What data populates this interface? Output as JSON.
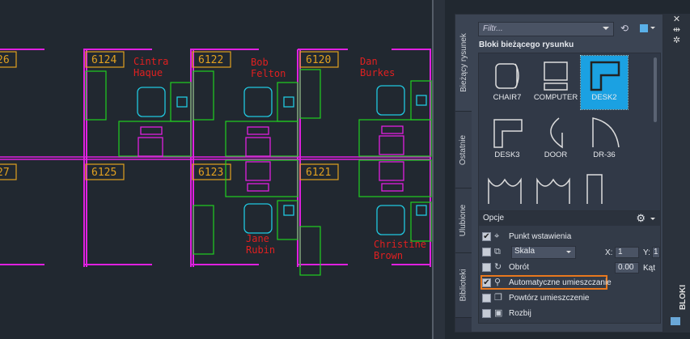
{
  "drawing": {
    "rooms": [
      "6124",
      "6122",
      "6120",
      "6125",
      "6123",
      "6121"
    ],
    "partial_rooms": [
      "26",
      "27"
    ],
    "names": [
      {
        "first": "Cintra",
        "last": "Haque"
      },
      {
        "first": "Bob",
        "last": "Felton"
      },
      {
        "first": "Dan",
        "last": "Burkes"
      },
      {
        "first": "Jane",
        "last": "Rubin"
      },
      {
        "first": "Christine",
        "last": "Brown"
      }
    ],
    "colors": {
      "wall": "#e020e0",
      "label": "#e0a020",
      "name": "#e02020",
      "desk": "#20d020",
      "chair": "#20c8e0"
    }
  },
  "panel": {
    "tabs": [
      "Bieżący rysunek",
      "Ostatnie",
      "Ulubione",
      "Biblioteki"
    ],
    "filter_placeholder": "Filtr...",
    "section_title": "Bloki bieżącego rysunku",
    "blocks": [
      "CHAIR7",
      "COMPUTER",
      "DESK2",
      "DESK3",
      "DOOR",
      "DR-36"
    ],
    "selected_block": "DESK2",
    "options": {
      "title": "Opcje",
      "insertion_point": "Punkt wstawienia",
      "scale_mode": "Skala",
      "x_label": "X:",
      "x_value": "1",
      "y_label": "Y:",
      "y_value": "1",
      "rotation": "Obrót",
      "angle_value": "0.00",
      "angle_label": "Kąt",
      "auto_placement": "Automatyczne umieszczanie",
      "repeat_placement": "Powtórz umieszczenie",
      "explode": "Rozbij",
      "checked": {
        "insertion_point": true,
        "scale": false,
        "rotation": false,
        "auto_placement": true,
        "repeat_placement": false,
        "explode": false
      }
    },
    "palette_title": "BLOKI"
  }
}
